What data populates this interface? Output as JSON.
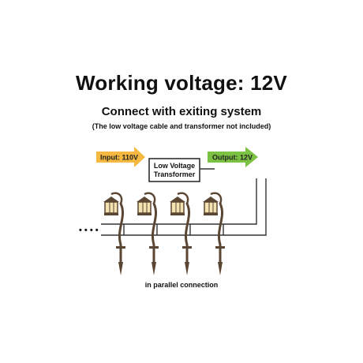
{
  "header": {
    "title": "Working voltage: 12V",
    "subtitle": "Connect with exiting system",
    "note": "(The low voltage cable and transformer not included)"
  },
  "diagram": {
    "input_label": "Input: 110V",
    "output_label": "Output: 12V",
    "transformer_line1": "Low Voltage",
    "transformer_line2": "Transformer",
    "ellipsis": "• • • •",
    "footer": "in parallel connection",
    "colors": {
      "input_arrow": "#f5b942",
      "output_arrow": "#7cc242",
      "wire": "#333333",
      "lamp_body": "#5a4633",
      "lamp_glow": "#f3e3b0"
    },
    "lamp_count": 4
  }
}
